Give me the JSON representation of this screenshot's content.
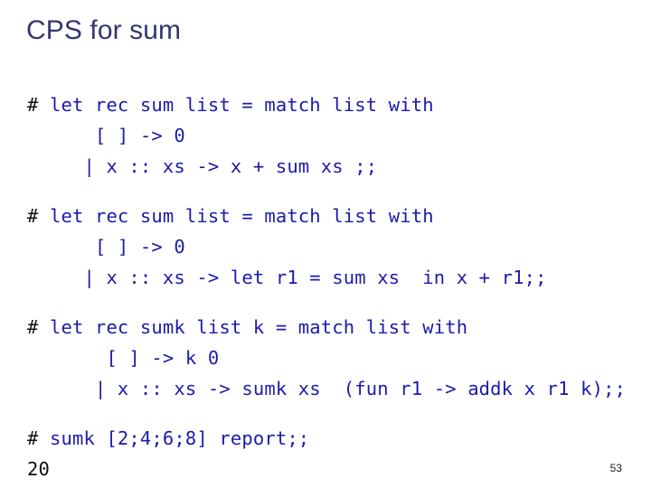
{
  "slide": {
    "title": "CPS for sum",
    "page_number": "53",
    "title_color": "#363670",
    "code_color": "#1b1bab",
    "prompt_color": "#101010",
    "output_color": "#101010",
    "background_color": "#ffffff"
  },
  "blocks": [
    {
      "id": "block-direct-sum",
      "prompt": "# ",
      "lines": [
        "let rec sum list = match list with",
        "      [ ] -> 0",
        "     | x :: xs -> x + sum xs ;;"
      ]
    },
    {
      "id": "block-let-bound-sum",
      "prompt": "# ",
      "lines": [
        "let rec sum list = match list with",
        "      [ ] -> 0",
        "     | x :: xs -> let r1 = sum xs  in x + r1;;"
      ]
    },
    {
      "id": "block-cps-sumk",
      "prompt": "# ",
      "lines": [
        "let rec sumk list k = match list with",
        "       [ ] -> k 0",
        "      | x :: xs -> sumk xs  (fun r1 -> addk x r1 k);;"
      ]
    }
  ],
  "invocation": {
    "id": "block-invocation",
    "prompt": "# ",
    "lines": [
      "sumk [2;4;6;8] report;;"
    ],
    "output": "20"
  }
}
